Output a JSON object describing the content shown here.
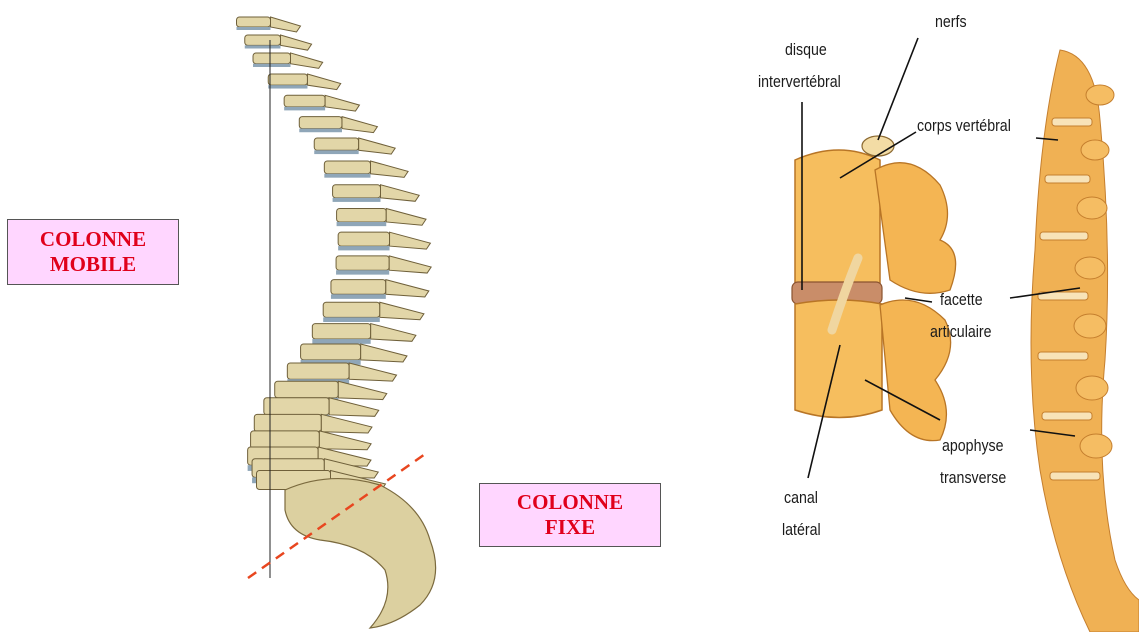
{
  "left": {
    "box_mobile": {
      "line1": "COLONNE",
      "line2": "MOBILE"
    },
    "box_fixe": {
      "line1": "COLONNE",
      "line2": "FIXE"
    },
    "colors": {
      "box_fill": "#ffd6ff",
      "box_text": "#e0001b",
      "divider_line": "#e8461f",
      "bone": "#e2d6a8",
      "disc": "#8fa6b8"
    }
  },
  "right": {
    "labels": {
      "nerfs": "nerfs",
      "disque_1": "disque",
      "disque_2": "intervertébral",
      "corps": "corps vertébral",
      "facette_1": "facette",
      "facette_2": "articulaire",
      "apophyse_1": "apophyse",
      "apophyse_2": "transverse",
      "canal_1": "canal",
      "canal_2": "latéral"
    },
    "colors": {
      "bone": "#f3b654",
      "bone_dark": "#c9802c"
    }
  }
}
